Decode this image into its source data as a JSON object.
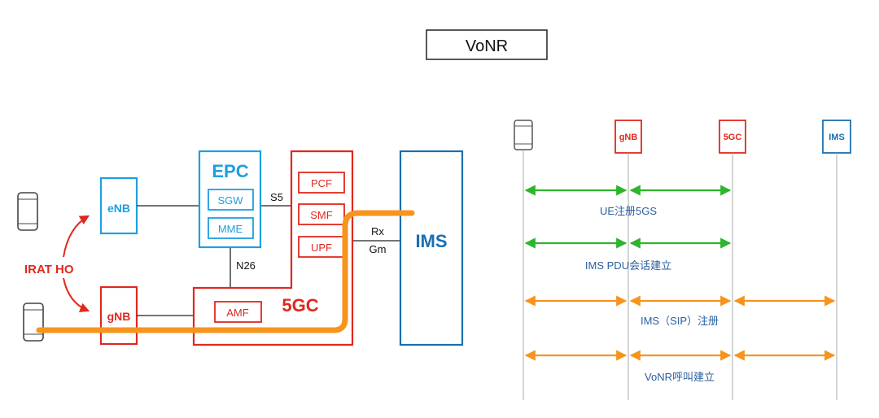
{
  "title": "VoNR",
  "left_diagram": {
    "irat_label": "IRAT HO",
    "enb": "eNB",
    "gnb": "gNB",
    "epc": {
      "label": "EPC",
      "sgw": "SGW",
      "mme": "MME"
    },
    "core": {
      "label": "5GC",
      "pcf": "PCF",
      "smf": "SMF",
      "upf": "UPF",
      "amf": "AMF"
    },
    "ims": "IMS",
    "interfaces": {
      "s5": "S5",
      "n26": "N26",
      "rx": "Rx",
      "gm": "Gm"
    }
  },
  "sequence": {
    "nodes": {
      "gnb": "gNB",
      "core": "5GC",
      "ims": "IMS"
    },
    "messages": [
      "UE注册5GS",
      "IMS PDU会话建立",
      "IMS（SIP）注册",
      "VoNR呼叫建立"
    ]
  },
  "colors": {
    "red": "#e0281e",
    "blue": "#1e9fe0",
    "dark_blue": "#1a6fb0",
    "green": "#2db52d",
    "orange": "#f7941d",
    "text_blue": "#2a5f9e"
  }
}
